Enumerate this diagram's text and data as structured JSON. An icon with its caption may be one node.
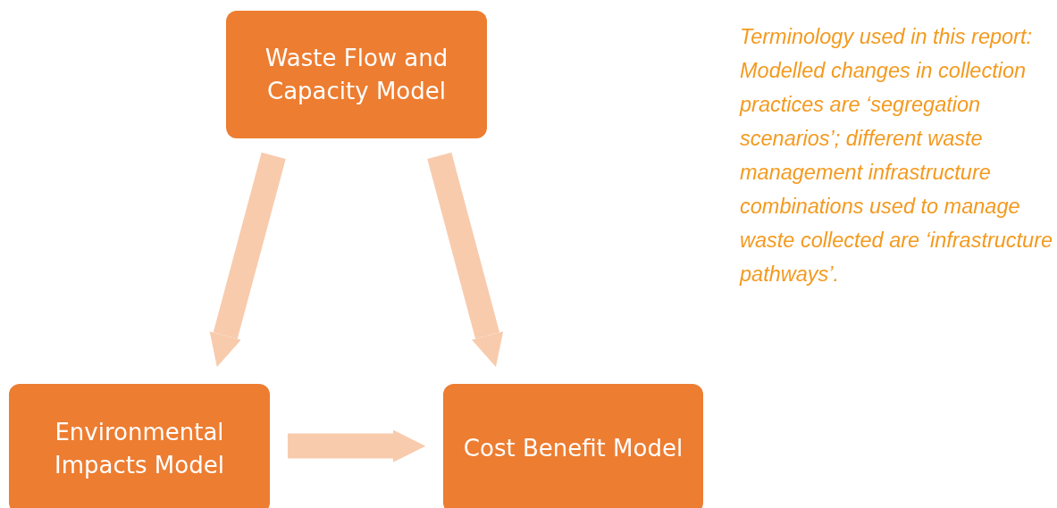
{
  "diagram": {
    "nodes": [
      {
        "text": [
          "Waste Flow and Capacity Model"
        ]
      },
      {
        "text": [
          "Environmental Impacts Model"
        ]
      },
      {
        "text": [
          "Cost Benefit Model"
        ]
      }
    ],
    "edges": [
      {
        "from": 0,
        "to": 1,
        "arrow": "to"
      },
      {
        "from": 0,
        "to": 2,
        "arrow": "to"
      },
      {
        "from": 1,
        "to": 2,
        "arrow": "to"
      }
    ],
    "labels": [
      "Terminology used in this report: Modelled changes in collection practices are ‘segregation scenarios’; different waste management infrastructure combinations used to manage waste collected are ‘infrastructure pathways’."
    ]
  }
}
